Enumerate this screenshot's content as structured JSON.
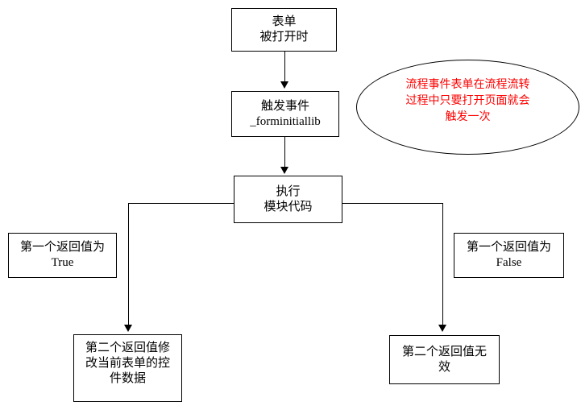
{
  "flowchart": {
    "nodes": {
      "form_opened": {
        "lines": [
          "表单",
          "被打开时"
        ]
      },
      "trigger_event": {
        "lines": [
          "触发事件",
          "_forminitiallib"
        ]
      },
      "execute_module": {
        "lines": [
          "执行",
          "模块代码"
        ]
      },
      "first_return_true": {
        "lines": [
          "第一个返回值为",
          "True"
        ]
      },
      "first_return_false": {
        "lines": [
          "第一个返回值为",
          "False"
        ]
      },
      "second_return_modify": {
        "lines": [
          "第二个返回值修",
          "改当前表单的控",
          "件数据"
        ]
      },
      "second_return_invalid": {
        "lines": [
          "第二个返回值无",
          "效"
        ]
      }
    },
    "note": {
      "lines": [
        "流程事件表单在流程流转",
        "过程中只要打开页面就会",
        "触发一次"
      ],
      "color": "#ff0000"
    },
    "colors": {
      "line": "#000000",
      "text": "#000000",
      "background": "#ffffff"
    }
  }
}
